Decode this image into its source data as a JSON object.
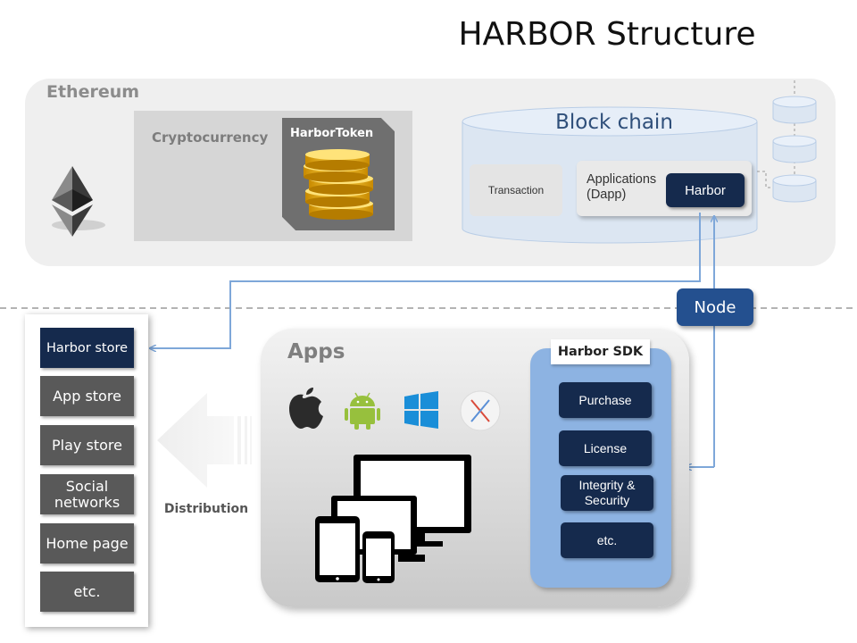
{
  "title": "HARBOR Structure",
  "ethereum": {
    "label": "Ethereum",
    "cryptocurrency_label": "Cryptocurrency",
    "token_label": "HarborToken",
    "blockchain": {
      "label": "Block chain",
      "transaction": "Transaction",
      "applications_line1": "Applications",
      "applications_line2": "(Dapp)",
      "harbor": "Harbor"
    }
  },
  "node_label": "Node",
  "stores": [
    "Harbor store",
    "App store",
    "Play store",
    "Social networks",
    "Home page",
    "etc."
  ],
  "distribution_label": "Distribution",
  "apps": {
    "title": "Apps",
    "platform_icons": [
      "apple-icon",
      "android-icon",
      "windows-icon",
      "mac-os-x-icon"
    ],
    "sdk_title": "Harbor SDK",
    "sdk_items": [
      "Purchase",
      "License",
      "Integrity & Security",
      "etc."
    ]
  },
  "colors": {
    "dark_navy": "#152a4d",
    "node_blue": "#24508f",
    "sdk_blue": "#8db3e2",
    "store_gray": "#595959",
    "arrow_blue": "#7ea7d9"
  }
}
